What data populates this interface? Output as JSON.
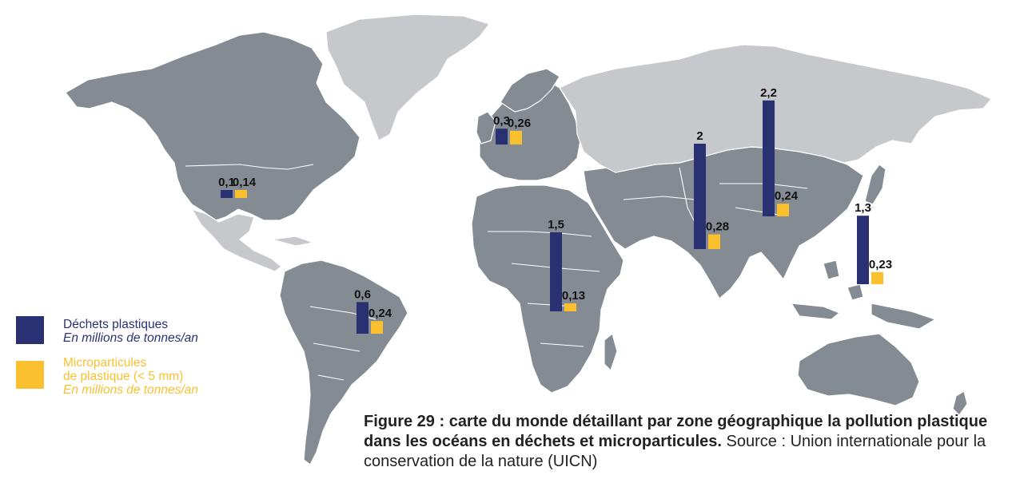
{
  "colors": {
    "land_affected": "#858b92",
    "land_other": "#c6c8cb",
    "waste": "#2a3172",
    "micro": "#fbc02d"
  },
  "regions": [
    {
      "id": "north-america",
      "waste_label": "0,1",
      "micro_label": "0,14",
      "waste": 0.1,
      "micro": 0.14
    },
    {
      "id": "south-america",
      "waste_label": "0,6",
      "micro_label": "0,24",
      "waste": 0.6,
      "micro": 0.24
    },
    {
      "id": "europe-north",
      "waste_label": "0,3",
      "micro_label": "0,26",
      "waste": 0.3,
      "micro": 0.26
    },
    {
      "id": "africa",
      "waste_label": "1,5",
      "micro_label": "0,13",
      "waste": 1.5,
      "micro": 0.13
    },
    {
      "id": "south-asia",
      "waste_label": "2",
      "micro_label": "0,28",
      "waste": 2.0,
      "micro": 0.28
    },
    {
      "id": "east-asia",
      "waste_label": "2,2",
      "micro_label": "0,24",
      "waste": 2.2,
      "micro": 0.24
    },
    {
      "id": "southeast-asia",
      "waste_label": "1,3",
      "micro_label": "0,23",
      "waste": 1.3,
      "micro": 0.23
    }
  ],
  "legend": {
    "waste_title": "Déchets plastiques",
    "waste_unit": "En millions de tonnes/an",
    "micro_title_1": "Microparticules",
    "micro_title_2": "de plastique (< 5 mm)",
    "micro_unit": "En millions de tonnes/an"
  },
  "caption": {
    "bold": "Figure 29 : carte du monde détaillant par zone géographique la pollution plastique dans les océans en déchets et microparticules.",
    "normal": " Source : Union internationale pour la conservation de la nature (UICN)"
  }
}
